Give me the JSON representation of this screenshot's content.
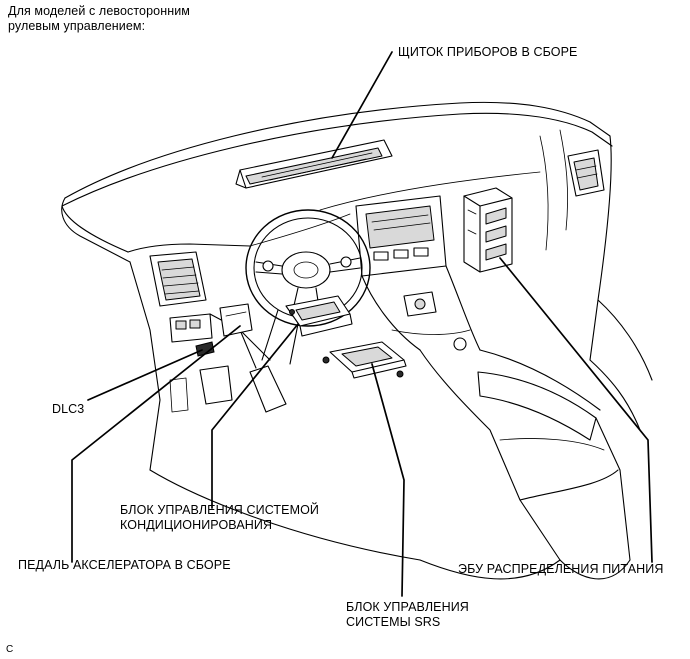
{
  "header_note": {
    "line1": "Для моделей с левосторонним",
    "line2": "рулевым управлением:"
  },
  "labels": {
    "instrument_panel": "ЩИТОК ПРИБОРОВ В СБОРЕ",
    "dlc3": "DLC3",
    "ac_control_line1": "БЛОК УПРАВЛЕНИЯ СИСТЕМОЙ",
    "ac_control_line2": "КОНДИЦИОНИРОВАНИЯ",
    "accel_pedal": "ПЕДАЛЬ АКСЕЛЕРАТОРА В СБОРЕ",
    "power_dist_ecu": "ЭБУ РАСПРЕДЕЛЕНИЯ ПИТАНИЯ",
    "srs_line1": "БЛОК УПРАВЛЕНИЯ",
    "srs_line2": "СИСТЕМЫ SRS"
  },
  "corner_mark": "C"
}
